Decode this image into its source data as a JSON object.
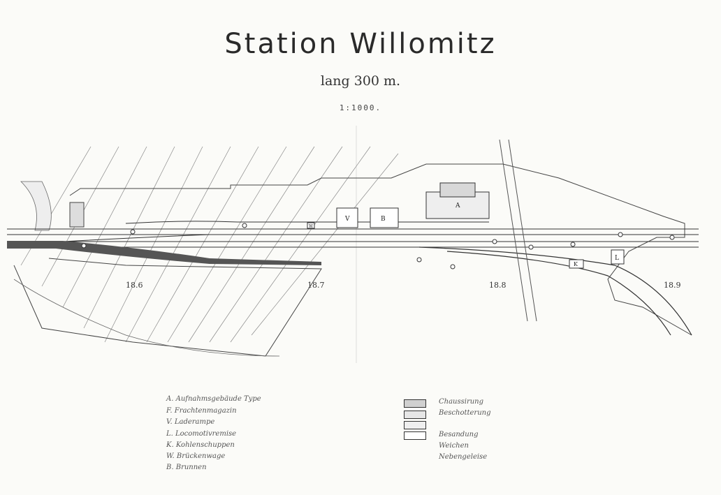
{
  "title": "Station Willomitz",
  "subtitle": "lang 300 m.",
  "scale": "1:1000.",
  "km_marks": [
    "18.6",
    "18.7",
    "18.8",
    "18.9"
  ],
  "buildings": [
    "V",
    "B",
    "A",
    "L",
    "K",
    "W"
  ],
  "legend_left": [
    {
      "key": "A",
      "text": "Aufnahmsgebäude Type"
    },
    {
      "key": "F",
      "text": "Frachtenmagazin"
    },
    {
      "key": "V",
      "text": "Laderampe"
    },
    {
      "key": "L",
      "text": "Locomotivremise"
    },
    {
      "key": "K",
      "text": "Kohlenschuppen"
    },
    {
      "key": "W",
      "text": "Brückenwage"
    },
    {
      "key": "B",
      "text": "Brunnen"
    }
  ],
  "legend_right": [
    {
      "text": "Chaussirung",
      "fill": "#d0d0d0"
    },
    {
      "text": "Beschotterung",
      "fill": "#e6e6e6"
    },
    {
      "text": "",
      "fill": "#efefef"
    },
    {
      "text": "Besandung",
      "fill": "#ffffff"
    },
    {
      "text": "Weichen",
      "fill": ""
    },
    {
      "text": "Nebengeleise",
      "fill": ""
    }
  ],
  "colors": {
    "ink": "#2a2a2a",
    "track_band": "#555555",
    "paper": "#fbfbf8"
  }
}
